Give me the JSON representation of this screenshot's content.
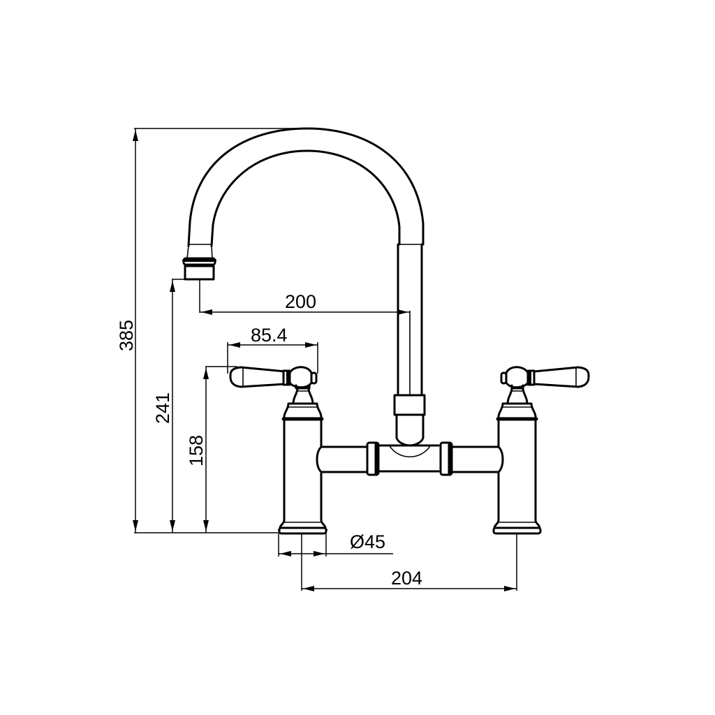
{
  "drawing": {
    "subject": "bridge kitchen faucet with gooseneck spout and lever handles",
    "units": "mm",
    "line_color": "#000000",
    "background": "#ffffff"
  },
  "dimensions": {
    "total_height": {
      "label": "385",
      "value": 385,
      "orientation": "vertical"
    },
    "spout_outlet_height": {
      "label": "241",
      "value": 241,
      "orientation": "vertical"
    },
    "handle_height": {
      "label": "158",
      "value": 158,
      "orientation": "vertical"
    },
    "spout_reach": {
      "label": "200",
      "value": 200,
      "orientation": "horizontal"
    },
    "handle_length": {
      "label": "85.4",
      "value": 85.4,
      "orientation": "horizontal"
    },
    "base_diameter": {
      "label": "Ø45",
      "value": 45,
      "orientation": "horizontal"
    },
    "centers": {
      "label": "204",
      "value": 204,
      "orientation": "horizontal"
    }
  }
}
